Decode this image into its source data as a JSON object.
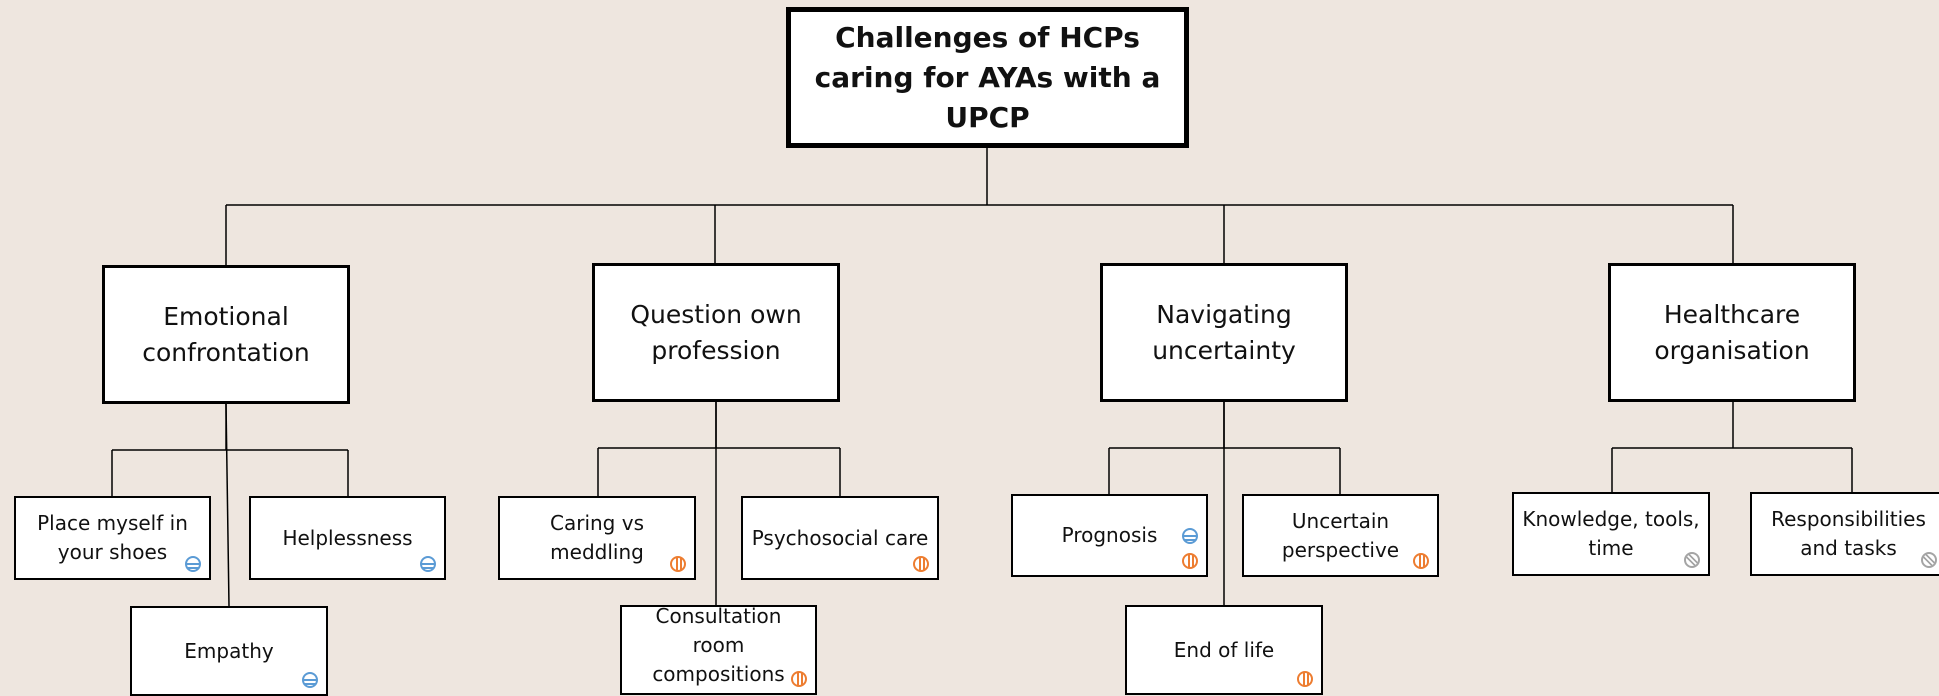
{
  "root": {
    "label": "Challenges of HCPs caring for AYAs with a UPCP"
  },
  "themes": [
    {
      "label": "Emotional confrontation",
      "subthemes": [
        {
          "label": "Place myself in your shoes",
          "markers": [
            "blue"
          ]
        },
        {
          "label": "Helplessness",
          "markers": [
            "blue"
          ]
        },
        {
          "label": "Empathy",
          "markers": [
            "blue"
          ]
        }
      ]
    },
    {
      "label": "Question own profession",
      "subthemes": [
        {
          "label": "Caring vs meddling",
          "markers": [
            "orange"
          ]
        },
        {
          "label": "Psychosocial care",
          "markers": [
            "orange"
          ]
        },
        {
          "label": "Consultation room compositions",
          "markers": [
            "orange"
          ]
        }
      ]
    },
    {
      "label": "Navigating uncertainty",
      "subthemes": [
        {
          "label": "Prognosis",
          "markers": [
            "blue",
            "orange"
          ]
        },
        {
          "label": "Uncertain perspective",
          "markers": [
            "orange"
          ]
        },
        {
          "label": "End of life",
          "markers": [
            "orange"
          ]
        }
      ]
    },
    {
      "label": "Healthcare organisation",
      "subthemes": [
        {
          "label": "Knowledge, tools, time",
          "markers": [
            "grey"
          ]
        },
        {
          "label": "Responsibilities and tasks",
          "markers": [
            "grey"
          ]
        }
      ]
    }
  ],
  "marker_colors": {
    "blue": "#5b9bd5",
    "orange": "#ed7d31",
    "grey": "#a5a5a5"
  }
}
